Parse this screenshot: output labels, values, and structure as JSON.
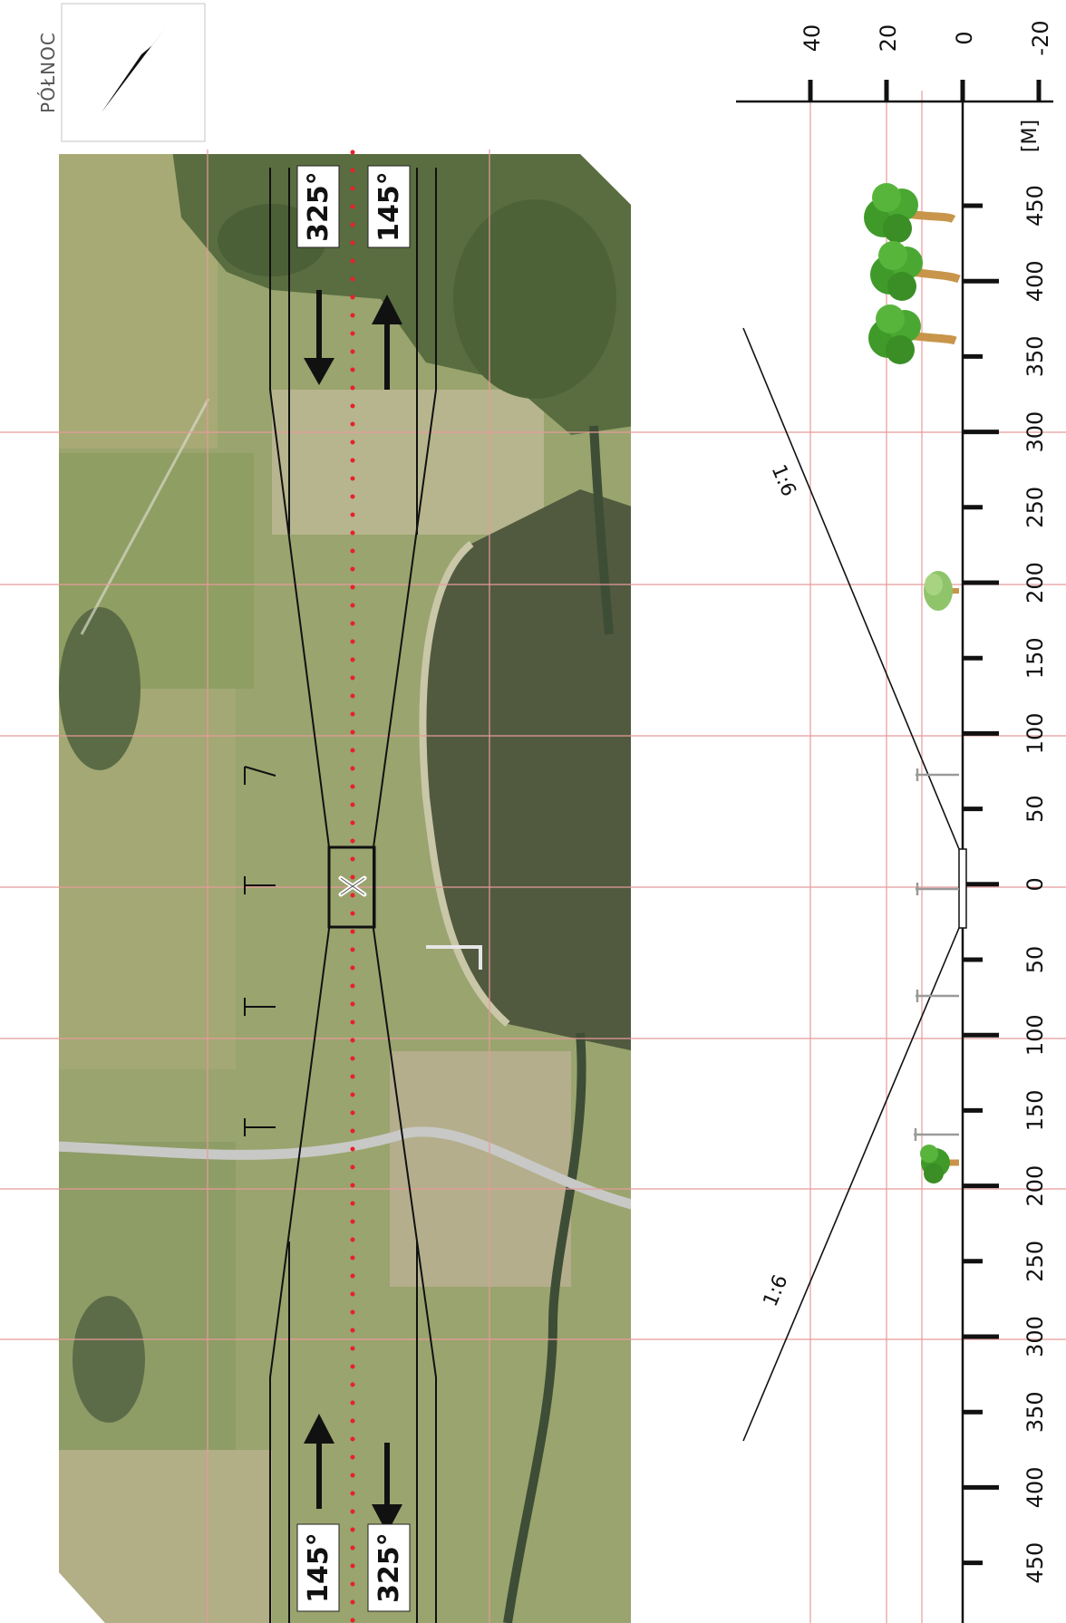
{
  "compass": {
    "label": "PÓŁNOC",
    "icon": "north-arrow-icon"
  },
  "headings": {
    "top_left": "325°",
    "top_right": "145°",
    "bottom_left": "145°",
    "bottom_right": "325°"
  },
  "profile": {
    "unit": "[M]",
    "height_ticks": [
      "40",
      "20",
      "0",
      "-20"
    ],
    "distance_ticks": [
      "450",
      "400",
      "350",
      "300",
      "250",
      "200",
      "150",
      "100",
      "50",
      "0",
      "50",
      "100",
      "150",
      "200",
      "250",
      "300",
      "350",
      "400",
      "450"
    ],
    "slope_top": "1:6",
    "slope_bottom": "1:6"
  },
  "colors": {
    "runway_centerline": "#e8202a",
    "grid_line": "#e89a9a",
    "tree_green": "#3f9a2a",
    "tree_light": "#8fc46a",
    "trunk": "#c8954a",
    "field": "#9aa46e",
    "water": "#515a3f"
  },
  "icons": [
    "north-arrow-icon",
    "airfield-icon",
    "tree-icon",
    "pole-icon",
    "direction-arrow-icon"
  ]
}
